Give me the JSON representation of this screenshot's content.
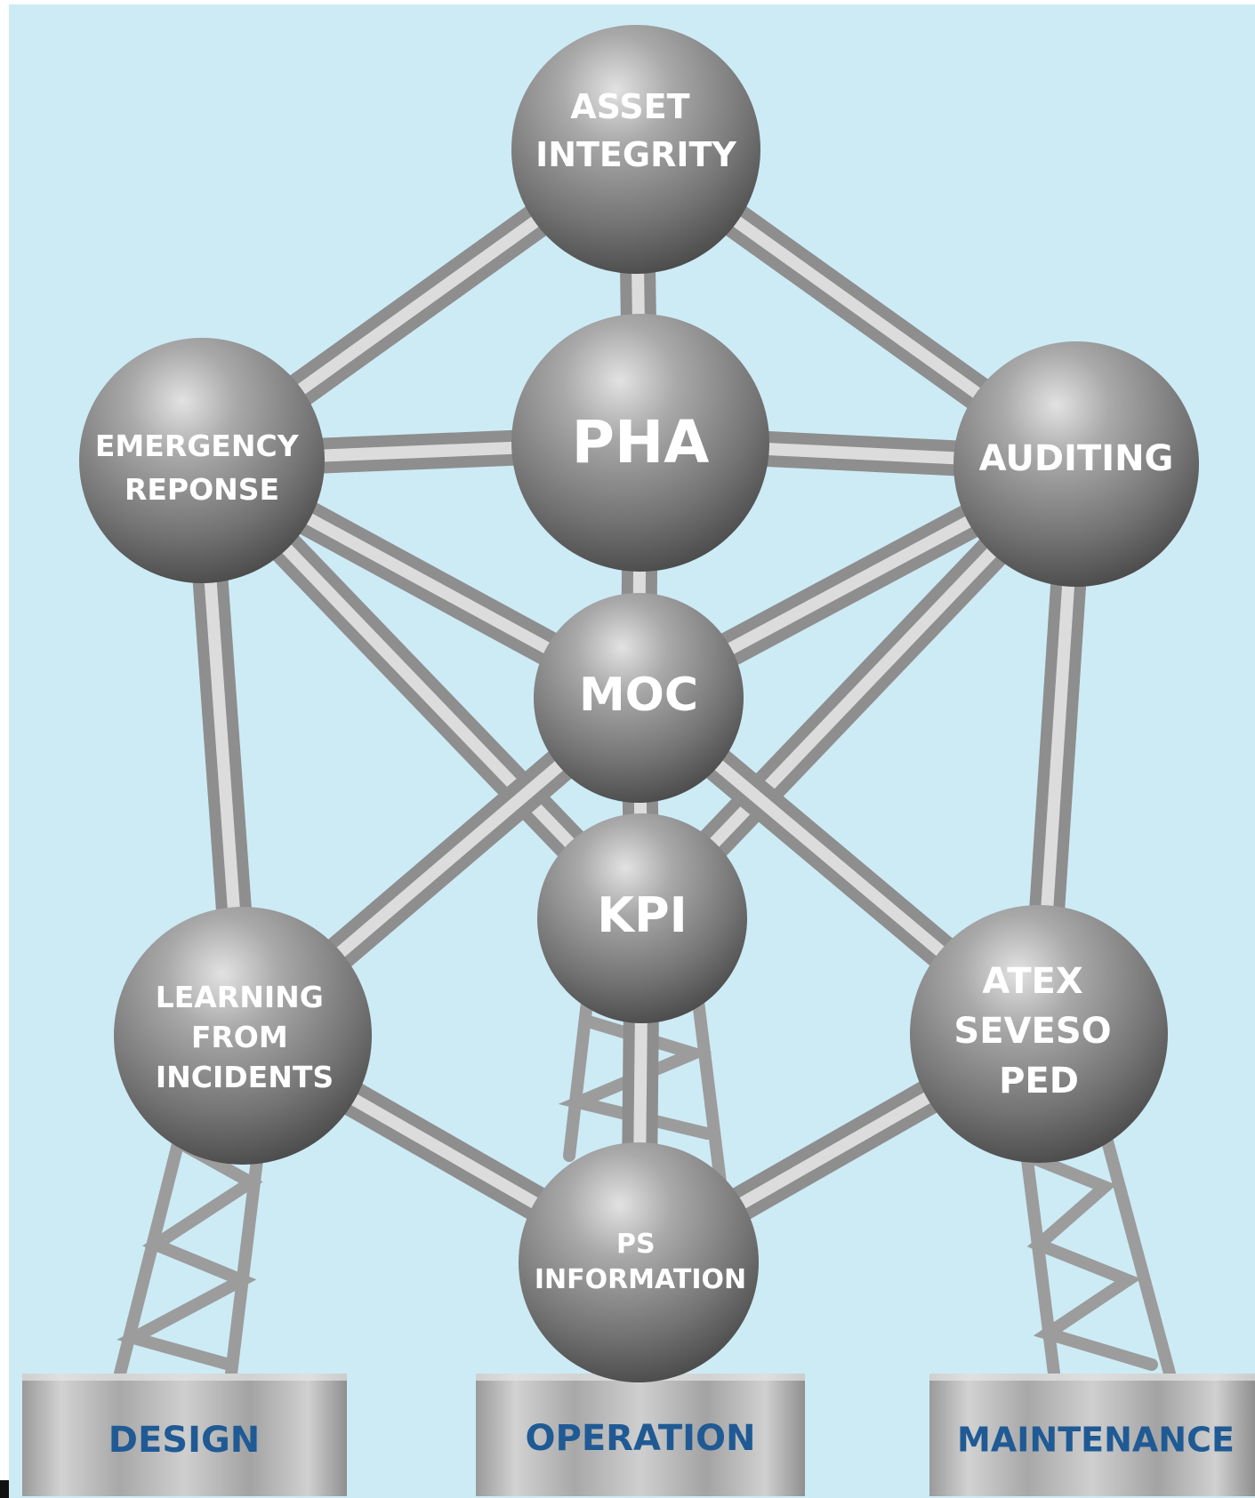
{
  "colors": {
    "background": "#cdebf5",
    "sphere_light": "#d9d9d9",
    "sphere_mid": "#8c8c8c",
    "sphere_dark": "#4a4a4a",
    "tube": "#b9b9b9",
    "base_label": "#1f5a94"
  },
  "nodes": {
    "asset_integrity": [
      "ASSET",
      "INTEGRITY"
    ],
    "pha": [
      "PHA"
    ],
    "emergency_response": [
      "EMERGENCY",
      "REPONSE"
    ],
    "auditing": [
      "AUDITING"
    ],
    "moc": [
      "MOC"
    ],
    "kpi": [
      "KPI"
    ],
    "learning_from_incidents": [
      "LEARNING",
      "FROM",
      "INCIDENTS"
    ],
    "atex_seveso_ped": [
      "ATEX",
      "SEVESO",
      "PED"
    ],
    "ps_information": [
      "PS",
      "INFORMATION"
    ]
  },
  "bases": {
    "design": "DESIGN",
    "operation": "OPERATION",
    "maintenance": "MAINTENANCE"
  },
  "connections": [
    [
      "asset_integrity",
      "pha"
    ],
    [
      "asset_integrity",
      "emergency_response"
    ],
    [
      "asset_integrity",
      "auditing"
    ],
    [
      "pha",
      "emergency_response"
    ],
    [
      "pha",
      "auditing"
    ],
    [
      "pha",
      "moc"
    ],
    [
      "emergency_response",
      "moc"
    ],
    [
      "emergency_response",
      "kpi"
    ],
    [
      "emergency_response",
      "learning_from_incidents"
    ],
    [
      "auditing",
      "moc"
    ],
    [
      "auditing",
      "kpi"
    ],
    [
      "auditing",
      "atex_seveso_ped"
    ],
    [
      "moc",
      "kpi"
    ],
    [
      "moc",
      "learning_from_incidents"
    ],
    [
      "moc",
      "atex_seveso_ped"
    ],
    [
      "kpi",
      "ps_information"
    ],
    [
      "learning_from_incidents",
      "ps_information"
    ],
    [
      "atex_seveso_ped",
      "ps_information"
    ]
  ]
}
